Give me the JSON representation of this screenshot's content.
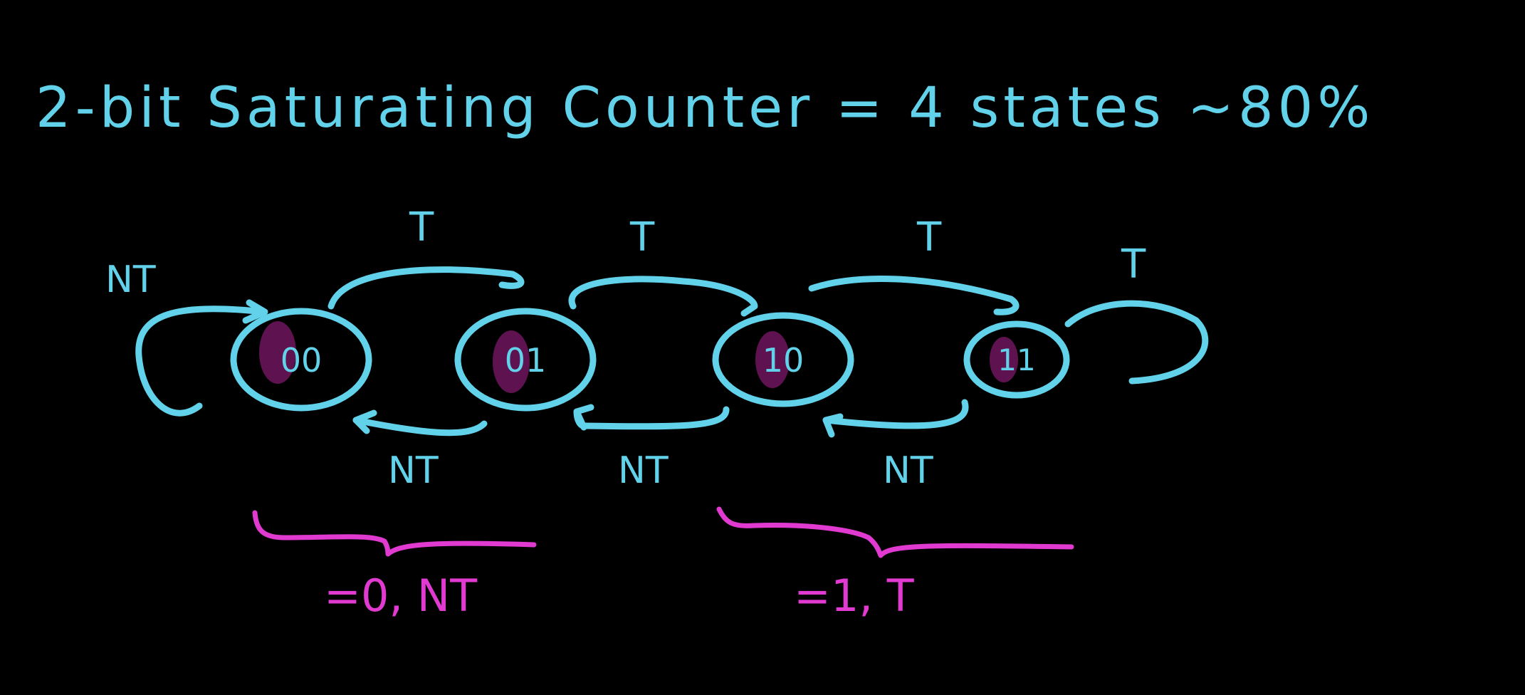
{
  "title": "2-bit Saturating Counter = 4 states ~80%",
  "colors": {
    "background": "#000000",
    "ink": "#62d2ea",
    "state_fill": "#5e1250",
    "annotation": "#e03ad0"
  },
  "states": [
    {
      "label": "00"
    },
    {
      "label": "01"
    },
    {
      "label": "10"
    },
    {
      "label": "11"
    }
  ],
  "transitions": {
    "self_loop_left": "NT",
    "taken": [
      "T",
      "T",
      "T"
    ],
    "self_loop_right": "T",
    "not_taken": [
      "NT",
      "NT",
      "NT"
    ]
  },
  "groups": [
    {
      "label": "=0, NT"
    },
    {
      "label": "=1, T"
    }
  ]
}
